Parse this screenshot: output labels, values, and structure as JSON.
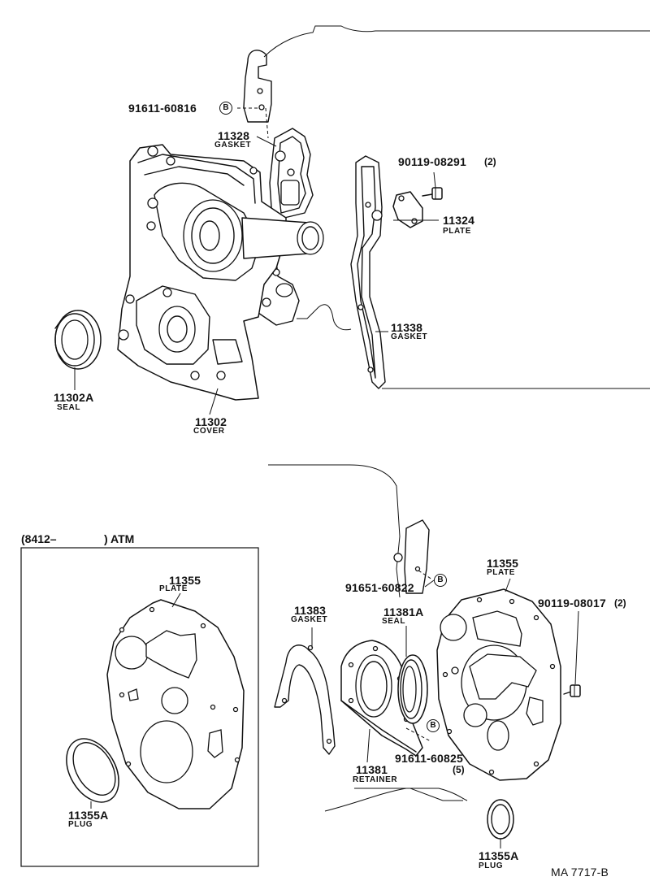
{
  "parts": {
    "bolt_top": {
      "number": "91611-60816",
      "marker": "B"
    },
    "gasket_cover": {
      "number": "11328",
      "name": "GASKET"
    },
    "bolt_plate": {
      "number": "90119-08291",
      "qty": "(2)"
    },
    "plate_small": {
      "number": "11324",
      "name": "PLATE"
    },
    "gasket_long": {
      "number": "11338",
      "name": "GASKET"
    },
    "seal_front": {
      "number": "11302A",
      "name": "SEAL"
    },
    "cover": {
      "number": "11302",
      "name": "COVER"
    },
    "plate_atm": {
      "number": "11355",
      "name": "PLATE"
    },
    "plug_atm": {
      "number": "11355A",
      "name": "PLUG"
    },
    "bolt_mid": {
      "number": "91651-60822",
      "marker": "B"
    },
    "gasket_rear": {
      "number": "11383",
      "name": "GASKET"
    },
    "seal_rear": {
      "number": "11381A",
      "name": "SEAL"
    },
    "plate_rear": {
      "number": "11355",
      "name": "PLATE"
    },
    "bolt_rear_plate": {
      "number": "90119-08017",
      "qty": "(2)"
    },
    "bolt_retainer": {
      "number": "91611-60825",
      "qty": "(5)",
      "marker": "B"
    },
    "retainer": {
      "number": "11381",
      "name": "RETAINER"
    },
    "plug_rear": {
      "number": "11355A",
      "name": "PLUG"
    }
  },
  "atm_box": {
    "open": "(8412–",
    "close": ") ATM"
  },
  "figure_code": "MA 7717-B"
}
